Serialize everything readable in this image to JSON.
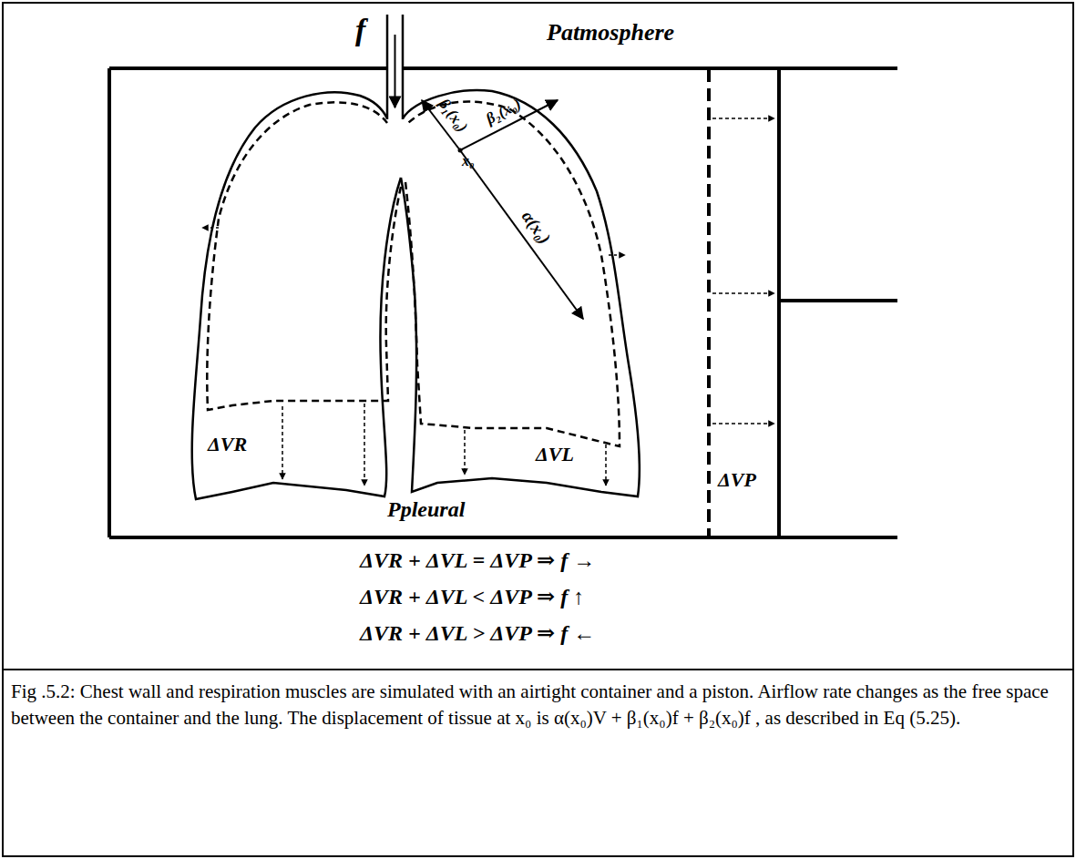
{
  "diagram": {
    "caption": "Fig .5.2: Chest wall and respiration muscles are simulated with an airtight container and a piston. Airflow rate changes as the free space between the container and the lung. The displacement of tissue at x₀ is α(x₀)V + β₁(x₀)f + β₂(x₀)f , as described in Eq (5.25).",
    "nodes": [
      {
        "text": [
          "Ppleural"
        ]
      },
      {
        "text": [
          "ΔVR"
        ],
        "in": 0
      },
      {
        "text": [
          "ΔVL"
        ],
        "in": 0
      }
    ],
    "labels": [
      "f",
      "Patmosphere",
      "β₁(x₀)",
      "x₀",
      "β₂(x₀)",
      "α(x₀)",
      "ΔVP",
      "ΔVR + ΔVL = ΔVP ⇒ f →",
      "ΔVR + ΔVL < ΔVP ⇒ f ↑",
      "ΔVR + ΔVL > ΔVP ⇒ f ←"
    ]
  }
}
